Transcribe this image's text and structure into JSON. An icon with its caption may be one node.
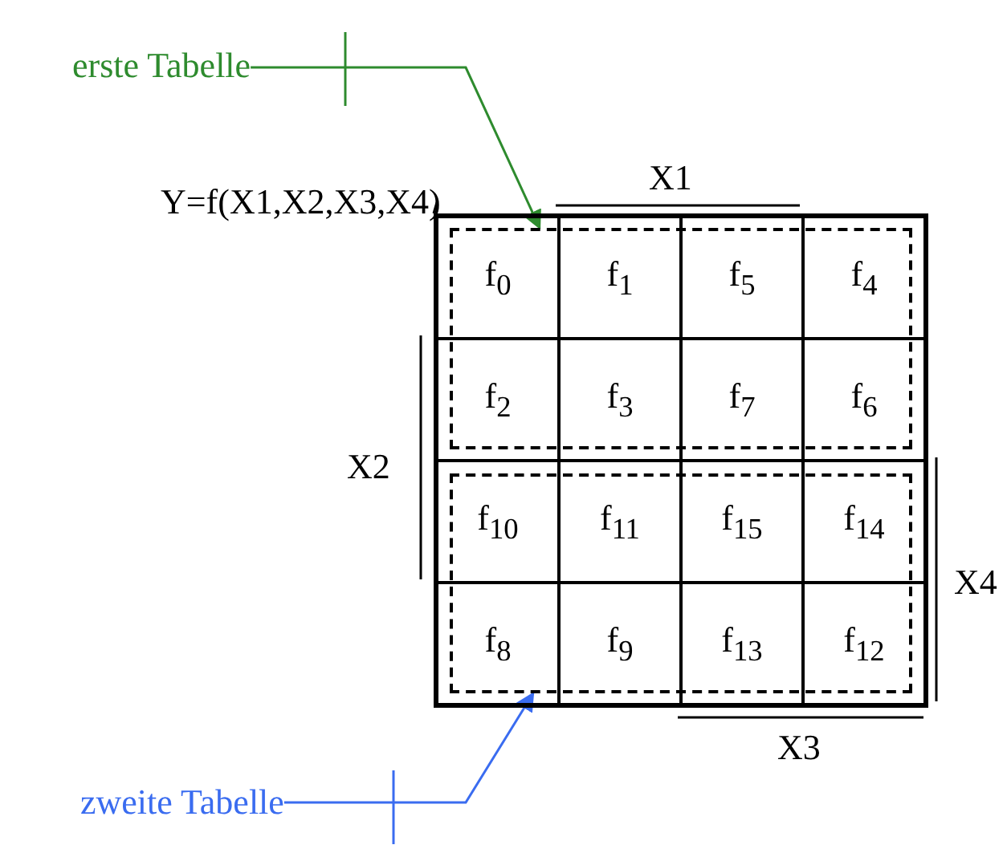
{
  "diagram": {
    "nodes": [
      {
        "text": [
          "erste Tabelle"
        ]
      },
      {
        "text": [
          "Y=f(X1,X2,X3,X4)"
        ]
      },
      {
        "text": [],
        "shape": "box"
      },
      {
        "text": [],
        "shape": "box",
        "in": 2
      },
      {
        "text": [
          "f$_{0}$"
        ],
        "in": 2
      },
      {
        "text": [
          "f$_{1}$"
        ],
        "in": 2
      },
      {
        "text": [
          "f$_{5}$"
        ],
        "in": 2
      },
      {
        "text": [
          "f$_{4}$"
        ],
        "in": 2
      },
      {
        "text": [
          "f$_{2}$"
        ],
        "in": 2
      },
      {
        "text": [
          "f$_{3}$"
        ],
        "in": 2
      },
      {
        "text": [
          "f$_{7}$"
        ],
        "in": 2
      },
      {
        "text": [
          "f$_{6}$"
        ],
        "in": 2
      },
      {
        "text": [],
        "shape": "box",
        "in": 2
      },
      {
        "text": [
          "f$_{10}$"
        ],
        "in": 2
      },
      {
        "text": [
          "f$_{11}$"
        ],
        "in": 2
      },
      {
        "text": [
          "f$_{15}$"
        ],
        "in": 2
      },
      {
        "text": [
          "f$_{14}$"
        ],
        "in": 2
      },
      {
        "text": [
          "f$_{8}$"
        ],
        "in": 2
      },
      {
        "text": [
          "f$_{9}$"
        ],
        "in": 2
      },
      {
        "text": [
          "f$_{13}$"
        ],
        "in": 2
      },
      {
        "text": [
          "f$_{12}$"
        ],
        "in": 2
      },
      {
        "text": [
          "zweite Tabelle"
        ]
      }
    ],
    "edges": [
      {
        "from": 0,
        "to": 3,
        "arrow": "to",
        "color": "#2e8b2e"
      },
      {
        "from": 1,
        "to": 2,
        "arrow": "none",
        "color": "#000000"
      },
      {
        "from": 21,
        "to": 12,
        "arrow": "to",
        "color": "#3a6cf0"
      }
    ],
    "labels": [
      "X1",
      "X2",
      "X4",
      "X3"
    ]
  }
}
